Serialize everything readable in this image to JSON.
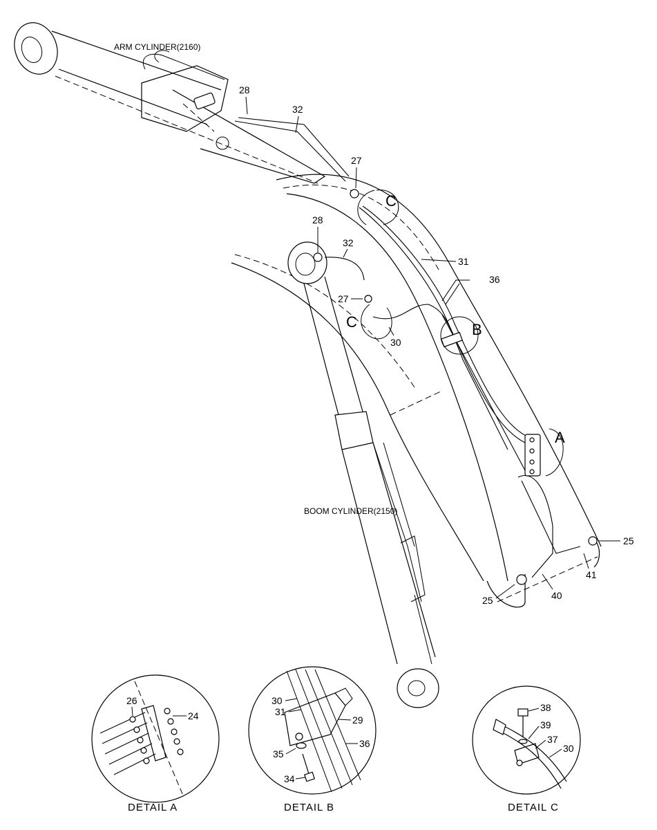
{
  "titles": {
    "arm_cylinder": "ARM CYLINDER(2160)",
    "boom_cylinder": "BOOM CYLINDER(2150)"
  },
  "callouts": {
    "arm_28": "28",
    "arm_32": "32",
    "arm_27": "27",
    "detail_c_upper": "C",
    "label_31": "31",
    "boom_28": "28",
    "boom_32": "32",
    "label_36": "36",
    "boom_27": "27",
    "detail_c_lower": "C",
    "label_30": "30",
    "detail_b": "B",
    "detail_a": "A",
    "right_25": "25",
    "left_25": "25",
    "label_41": "41",
    "label_40": "40"
  },
  "details": {
    "a": {
      "caption": "DETAIL  A",
      "labels": {
        "p26": "26",
        "p24": "24"
      }
    },
    "b": {
      "caption": "DETAIL  B",
      "labels": {
        "p30": "30",
        "p31": "31",
        "p29": "29",
        "p36": "36",
        "p35": "35",
        "p34": "34"
      }
    },
    "c": {
      "caption": "DETAIL  C",
      "labels": {
        "p38": "38",
        "p39": "39",
        "p37": "37",
        "p30": "30"
      }
    }
  }
}
